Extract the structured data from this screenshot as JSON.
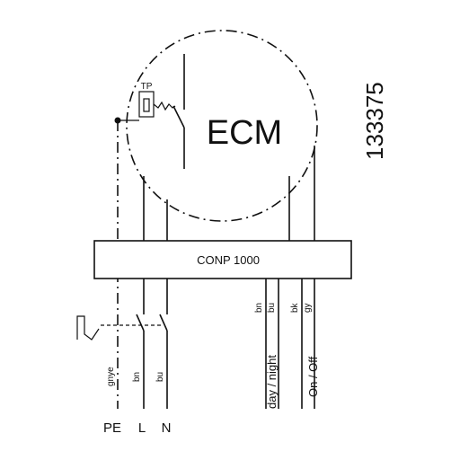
{
  "motor": {
    "label": "ECM",
    "thermal_protector": "TP"
  },
  "controller": {
    "label": "CONP 1000"
  },
  "drawing_number": "133375",
  "wires": {
    "pe": "gnye",
    "l": "bn",
    "n": "bu",
    "day_night_1": "bn",
    "day_night_2": "bu",
    "on_off_1": "bk",
    "on_off_2": "gy"
  },
  "signals": {
    "day_night": "day / night",
    "on_off": "On / Off"
  },
  "terminals": {
    "pe": "PE",
    "l": "L",
    "n": "N"
  }
}
